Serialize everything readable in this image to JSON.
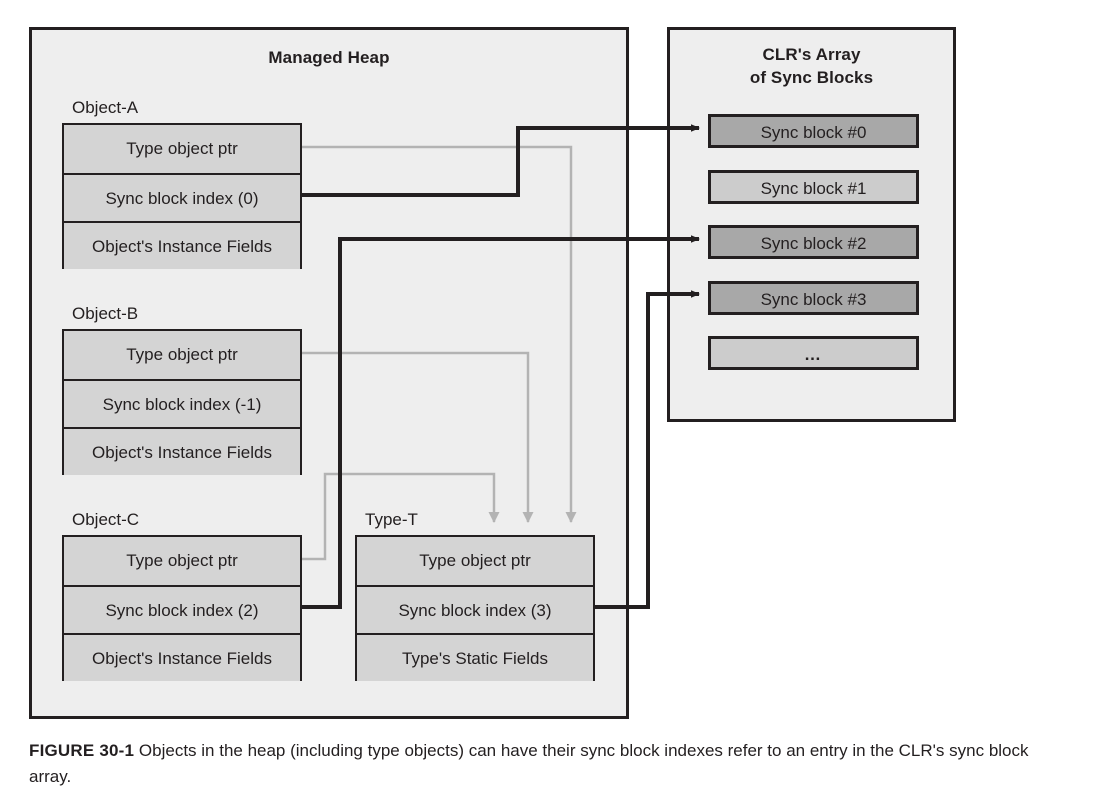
{
  "figure": {
    "caption_tag": "FIGURE 30-1",
    "caption_text": "Objects in the heap (including type objects) can have their sync block indexes refer to an entry in the CLR's sync block array."
  },
  "managed_heap": {
    "title": "Managed Heap",
    "objects": [
      {
        "label": "Object-A",
        "rows": [
          "Type object ptr",
          "Sync block index (0)",
          "Object's Instance Fields"
        ],
        "sync_index": 0
      },
      {
        "label": "Object-B",
        "rows": [
          "Type object ptr",
          "Sync block index (-1)",
          "Object's Instance Fields"
        ],
        "sync_index": -1
      },
      {
        "label": "Object-C",
        "rows": [
          "Type object ptr",
          "Sync block index (2)",
          "Object's Instance Fields"
        ],
        "sync_index": 2
      },
      {
        "label": "Type-T",
        "rows": [
          "Type object ptr",
          "Sync block index (3)",
          "Type's Static Fields"
        ],
        "sync_index": 3
      }
    ]
  },
  "clr_array": {
    "title_line1": "CLR's Array",
    "title_line2": "of Sync Blocks",
    "entries": [
      {
        "label": "Sync block #0",
        "state": "active"
      },
      {
        "label": "Sync block #1",
        "state": "idle"
      },
      {
        "label": "Sync block #2",
        "state": "active"
      },
      {
        "label": "Sync block #3",
        "state": "active"
      },
      {
        "label": "…",
        "state": "dots"
      }
    ]
  },
  "colors": {
    "panel_fill": "#eeeeee",
    "box_fill": "#d4d4d4",
    "sync_active_fill": "#a8a8a8",
    "sync_idle_fill": "#cccccc",
    "stroke": "#231f20",
    "gray_connector": "#b3b3b3"
  },
  "connectors": {
    "sync_links": [
      {
        "from": "Object-A sync block index (0)",
        "to": "Sync block #0"
      },
      {
        "from": "Object-A instance fields region",
        "to": "Sync block #2"
      },
      {
        "from": "Object-C sync block index (2)",
        "to": "Sync block #2"
      },
      {
        "from": "Type-T sync block index (3)",
        "to": "Sync block #3"
      }
    ],
    "type_ptr_links": [
      {
        "from": "Object-A type object ptr",
        "to": "Type-T type object ptr"
      },
      {
        "from": "Object-B type object ptr",
        "to": "Type-T type object ptr"
      },
      {
        "from": "Object-C type object ptr",
        "to": "Type-T type object ptr"
      }
    ]
  }
}
